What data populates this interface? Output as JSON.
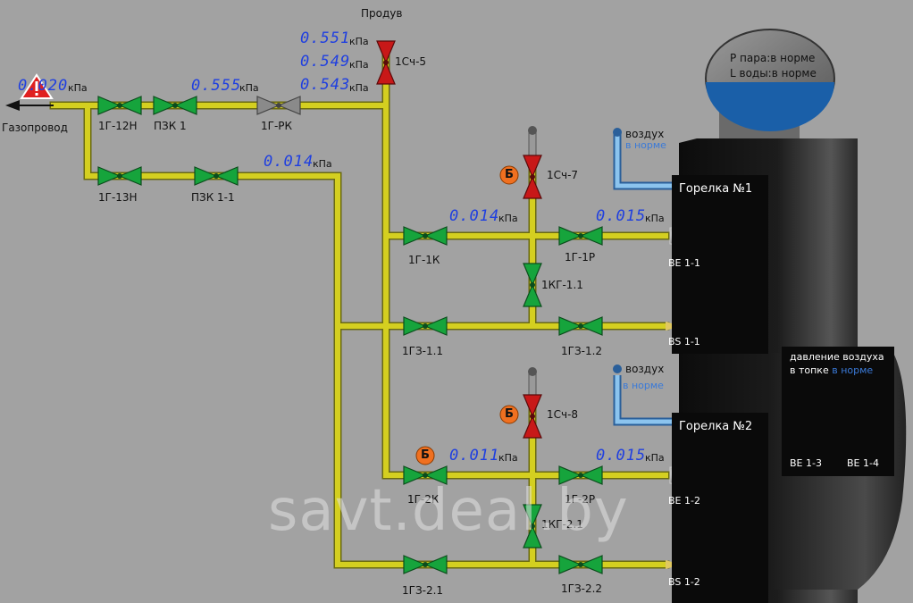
{
  "labels": {
    "gas_pipe": "Газопровод",
    "purge": "Продув",
    "v_1g12n": "1Г-12Н",
    "v_pzk1": "ПЗК 1",
    "v_1grk": "1Г-РК",
    "v_1g13n": "1Г-13Н",
    "v_pzk11": "ПЗК 1-1",
    "v_1sch5": "1Сч-5",
    "v_1sch7": "1Сч-7",
    "v_1sch8": "1Сч-8",
    "v_1g1k": "1Г-1К",
    "v_1g1r": "1Г-1Р",
    "v_1kg11": "1КГ-1.1",
    "v_1gz11": "1ГЗ-1.1",
    "v_1gz12": "1ГЗ-1.2",
    "v_1g2k": "1Г-2К",
    "v_1g2r": "1Г-2Р",
    "v_1kg21": "1КГ-2.1",
    "v_1gz21": "1ГЗ-2.1",
    "v_1gz22": "1ГЗ-2.2"
  },
  "readings": {
    "inlet": "0.020",
    "after_pzk1": "0.555",
    "purge_1": "0.551",
    "purge_2": "0.549",
    "purge_3": "0.543",
    "after_pzk11": "0.014",
    "burner1_mid": "0.014",
    "burner1_end": "0.015",
    "burner2_mid": "0.011",
    "burner2_end": "0.015",
    "unit": "кПа"
  },
  "boiler": {
    "steam_pressure": "Р пара:в норме",
    "water_level": "L воды:в норме"
  },
  "burner1": {
    "title": "Горелка №1",
    "air_label": "воздух",
    "air_status": "в норме",
    "ve": "ВЕ 1-1",
    "bs": "BS 1-1"
  },
  "burner2": {
    "title": "Горелка №2",
    "air_label": "воздух",
    "air_status": "в норме",
    "ve": "ВЕ 1-2",
    "bs": "BS 1-2"
  },
  "furnace": {
    "line1": "давление воздуха",
    "line2": "в топке",
    "status": "в норме",
    "ve3": "ВЕ 1-3",
    "ve4": "ВЕ 1-4"
  },
  "markers": {
    "b": "Б"
  },
  "watermark": "savt.deal.by",
  "colors": {
    "pipe": "#c8c41a",
    "valve_open": "#16a43c",
    "valve_closed": "#c81818",
    "valve_regulator": "#8a8a8a",
    "digits": "#1f3fe0",
    "air_pipe": "#6fb0e0",
    "alarm": "#e02020",
    "marker": "#f07020"
  }
}
